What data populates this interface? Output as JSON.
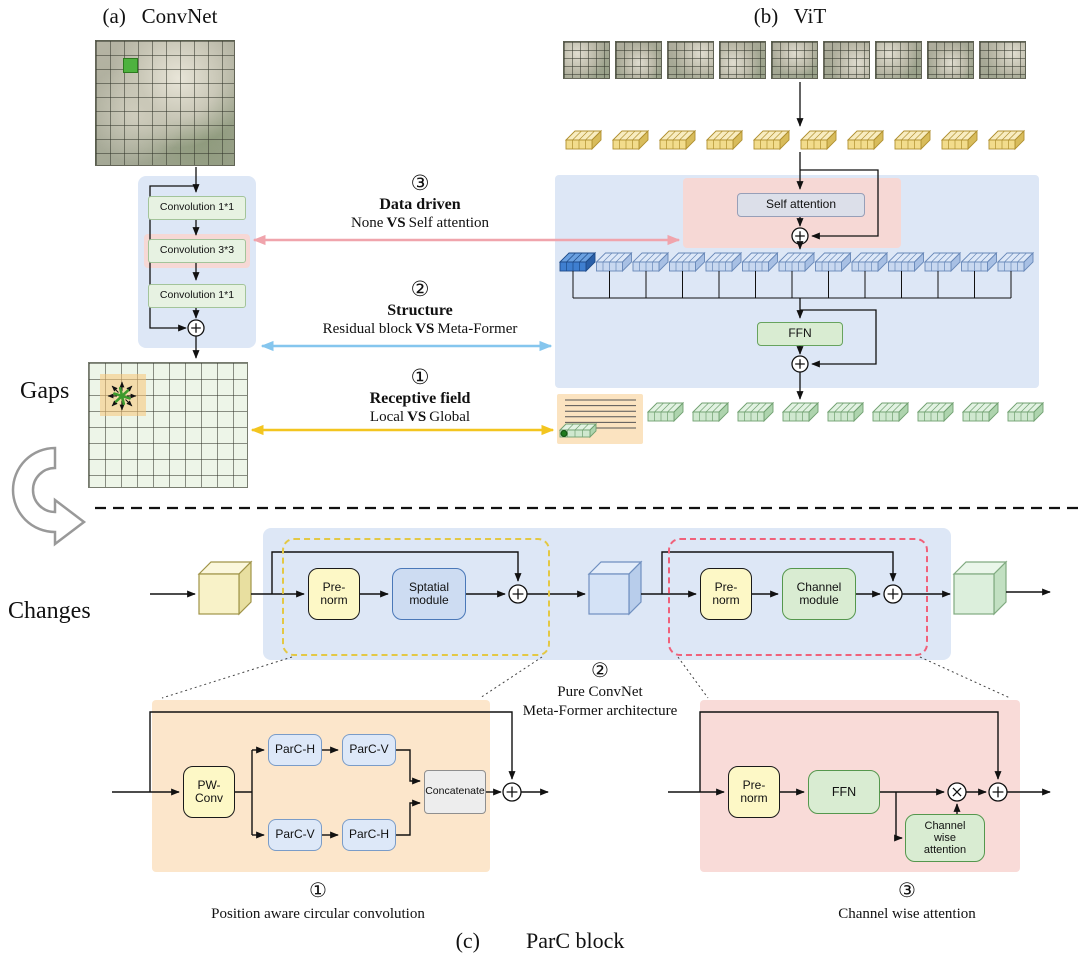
{
  "panels": {
    "a": {
      "label": "(a)   ConvNet"
    },
    "b": {
      "label": "(b)   ViT"
    },
    "c": {
      "prefix": "(c)",
      "label": "ParC block"
    }
  },
  "convnet": {
    "conv_top": "Convolution 1*1",
    "conv_mid": "Convolution 3*3",
    "conv_bottom": "Convolution 1*1"
  },
  "vit": {
    "self_attention": "Self attention",
    "ffn": "FFN",
    "patch_count": 9,
    "token_counts": {
      "yellow": 10,
      "blue": 13,
      "green": 9
    }
  },
  "gaps": {
    "side_label": "Gaps",
    "changes_label": "Changes",
    "items": [
      {
        "num": "③",
        "title": "Data driven",
        "left": "None",
        "vs": "VS",
        "right": "Self attention"
      },
      {
        "num": "②",
        "title": "Structure",
        "left": "Residual block",
        "vs": "VS",
        "right": "Meta-Former"
      },
      {
        "num": "①",
        "title": "Receptive field",
        "left": "Local",
        "vs": "VS",
        "right": "Global"
      }
    ]
  },
  "parc": {
    "pre_norm": "Pre-\nnorm",
    "spatial_module": "Sptatial\nmodule",
    "channel_module": "Channel\nmodule",
    "pw_conv": "PW-\nConv",
    "parc_h": "ParC-H",
    "parc_v": "ParC-V",
    "concatenate": "Concatenate",
    "ffn": "FFN",
    "channel_wise_attention": "Channel\nwise\nattention",
    "note1": {
      "num": "①",
      "text": "Position aware circular convolution"
    },
    "note2": {
      "num": "②",
      "line1": "Pure ConvNet",
      "line2": "Meta-Former architecture"
    },
    "note3": {
      "num": "③",
      "text": "Channel wise attention"
    }
  },
  "colors": {
    "region_blue": "#dde7f6",
    "region_pink": "#f6d8d5",
    "region_orange": "#fce6cb",
    "region_pink_light": "#f9dbd8",
    "box_yellow": "#fdf8c6",
    "box_green": "#d9ecd2",
    "box_blue": "#cddcf2",
    "arrow_pink": "#f0a4ac",
    "arrow_blue": "#85c6ee",
    "arrow_yellow": "#f3c51f",
    "dashed_yellow": "#e3c844",
    "dashed_pink": "#f0617a"
  }
}
